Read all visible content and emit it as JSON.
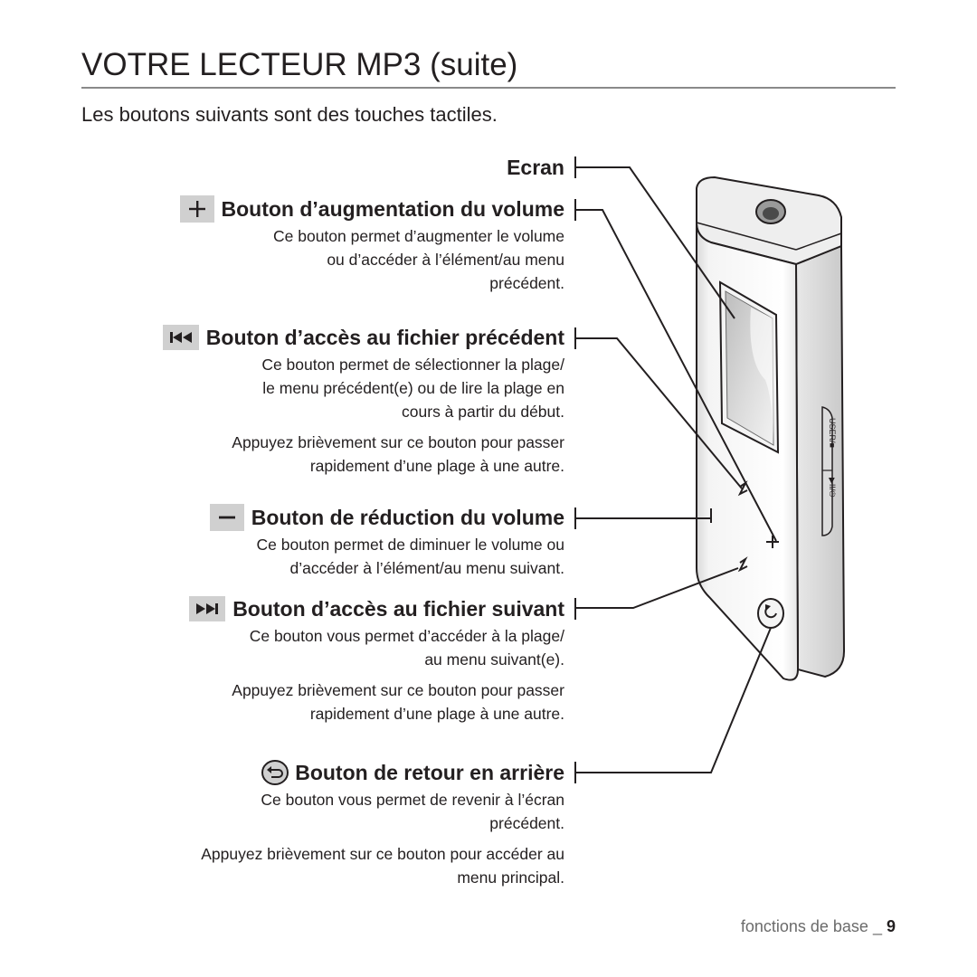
{
  "page": {
    "title": "VOTRE LECTEUR MP3 (suite)",
    "intro": "Les boutons suivants sont des touches tactiles.",
    "footer_section": "fonctions de base _",
    "footer_page": "9"
  },
  "callouts": {
    "ecran": {
      "label": "Ecran"
    },
    "vol_up": {
      "label": "Bouton d’augmentation du volume",
      "icon": "plus-icon",
      "desc": [
        "Ce bouton permet d’augmenter le volume",
        "ou d’accéder à l’élément/au menu",
        "précédent."
      ]
    },
    "prev": {
      "label": "Bouton d’accès au fichier précédent",
      "icon": "skip-previous-icon",
      "desc1": [
        "Ce bouton permet de sélectionner la plage/",
        "le menu précédent(e) ou de lire la plage en",
        "cours à partir du début."
      ],
      "desc2": [
        "Appuyez brièvement sur ce bouton pour passer",
        "rapidement d’une plage à une autre."
      ]
    },
    "vol_down": {
      "label": "Bouton de réduction du volume",
      "icon": "minus-icon",
      "desc": [
        "Ce bouton permet de diminuer le volume ou",
        "d’accéder à l’élément/au menu suivant."
      ]
    },
    "next": {
      "label": "Bouton d’accès au fichier suivant",
      "icon": "skip-next-icon",
      "desc1": [
        "Ce bouton vous permet d’accéder à la plage/",
        "au menu suivant(e)."
      ],
      "desc2": [
        "Appuyez brièvement sur ce bouton pour passer",
        "rapidement d’une plage à une autre."
      ]
    },
    "back": {
      "label": "Bouton de retour en arrière",
      "icon": "back-return-icon",
      "desc1": [
        "Ce bouton vous permet de revenir à l’écran",
        "précédent."
      ],
      "desc2": [
        "Appuyez brièvement sur ce bouton pour accéder au",
        "menu principal."
      ]
    }
  },
  "device": {
    "side_label_1": "USER/■",
    "side_label_2": "▶II/⏻"
  },
  "colors": {
    "text": "#231f20",
    "icon_box": "#d0d0d0",
    "rule": "#8a8a8a",
    "footer": "#6b6b6b"
  }
}
